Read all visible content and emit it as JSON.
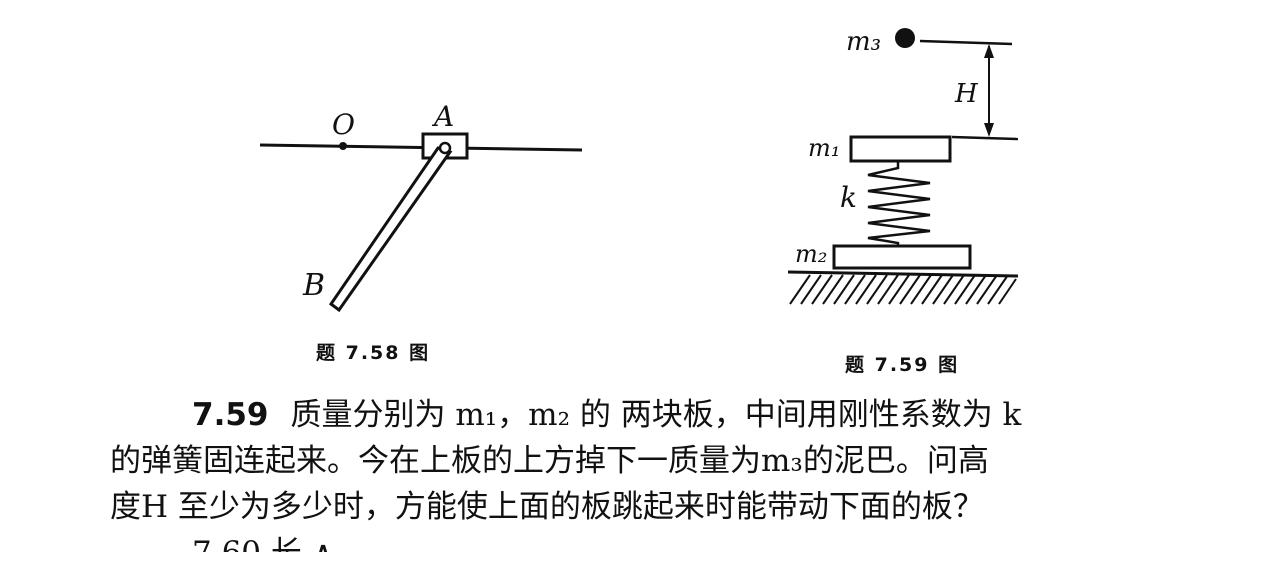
{
  "fig_758": {
    "caption": "题 7.58 图",
    "labels": {
      "O": "O",
      "A": "A",
      "B": "B"
    }
  },
  "fig_759": {
    "caption": "题 7.59 图",
    "labels": {
      "m3": "m₃",
      "H": "H",
      "m1": "m₁",
      "k": "k",
      "m2": "m₂"
    }
  },
  "problem_759": {
    "number": "7.59",
    "line1": "质量分别为 m₁，m₂ 的 两块板，中间用刚性系数为 k",
    "line2": "的弹簧固连起来。今在上板的上方掉下一质量为m₃的泥巴。问高",
    "line3": "度H 至少为多少时，方能使上面的板跳起来时能带动下面的板？"
  },
  "next_line_partial": "7.60  长 ∧"
}
